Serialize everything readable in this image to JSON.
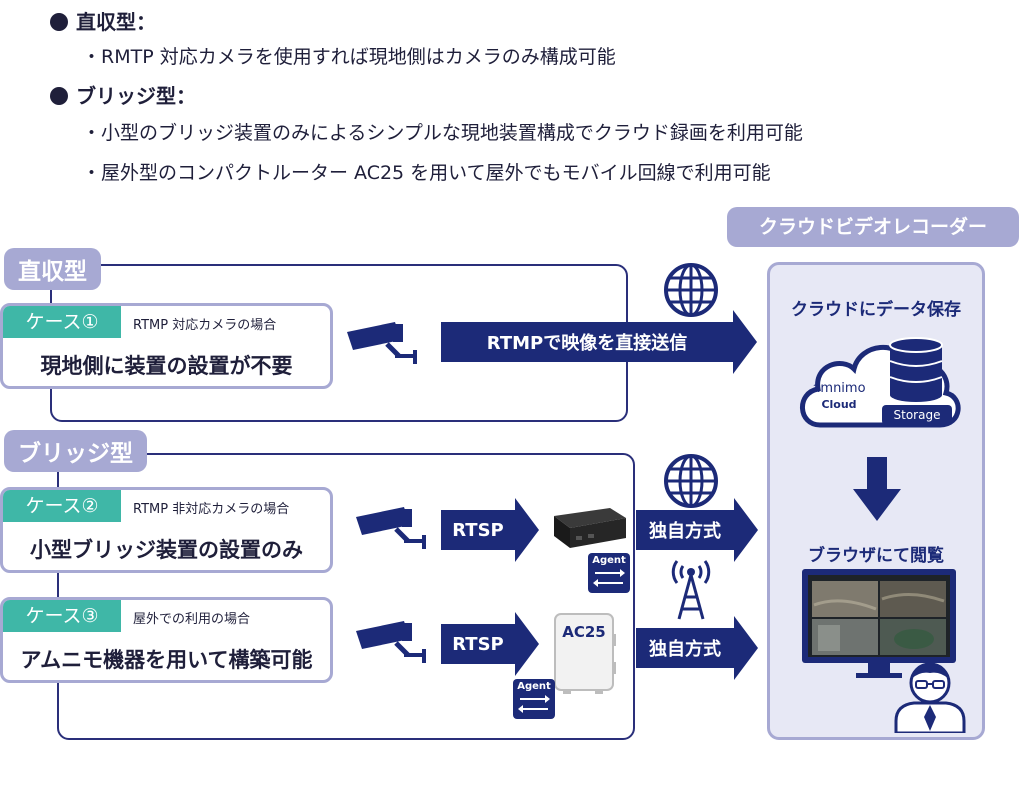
{
  "intro": {
    "direct_heading": "直収型：",
    "direct_point": "・RMTP 対応カメラを使用すれば現地側はカメラのみ構成可能",
    "bridge_heading": "ブリッジ型：",
    "bridge_points": [
      "・小型のブリッジ装置のみによるシンプルな現地装置構成でクラウド録画を利用可能",
      "・屋外型のコンパクトルーター AC25 を用いて屋外でもモバイル回線で利用可能"
    ]
  },
  "groups": {
    "direct": {
      "label": "直収型"
    },
    "bridge": {
      "label": "ブリッジ型"
    }
  },
  "cases": [
    {
      "tag": "ケース①",
      "condition": "RTMP 対応カメラの場合",
      "main": "現地側に装置の設置が不要"
    },
    {
      "tag": "ケース②",
      "condition": "RTMP 非対応カメラの場合",
      "main": "小型ブリッジ装置の設置のみ"
    },
    {
      "tag": "ケース③",
      "condition": "屋外での利用の場合",
      "main": "アムニモ機器を用いて構築可能"
    }
  ],
  "arrows": {
    "rtmp_direct": "RTMPで映像を直接送信",
    "rtsp_1": "RTSP",
    "rtsp_2": "RTSP",
    "own_method_1": "独自方式",
    "own_method_2": "独自方式"
  },
  "devices": {
    "agent_label_1": "Agent",
    "agent_label_2": "Agent",
    "ac25_label": "AC25"
  },
  "recorder": {
    "title": "クラウドビデオレコーダー",
    "storage_heading": "クラウドにデータ保存",
    "cloud_brand": "amnimo",
    "cloud_sub": "Cloud",
    "storage_label": "Storage",
    "browser_heading": "ブラウザにて閲覧"
  },
  "colors": {
    "navy": "#1c2a78",
    "lavender": "#a7a9d3",
    "teal": "#3fb7a7",
    "panel_bg": "#e7e8f5"
  },
  "icons": [
    "globe-icon",
    "camera-icon",
    "bridge-device-icon",
    "agent-icon",
    "router-icon",
    "antenna-icon",
    "cloud-icon",
    "database-icon",
    "monitor-icon",
    "user-icon",
    "down-arrow-icon"
  ]
}
